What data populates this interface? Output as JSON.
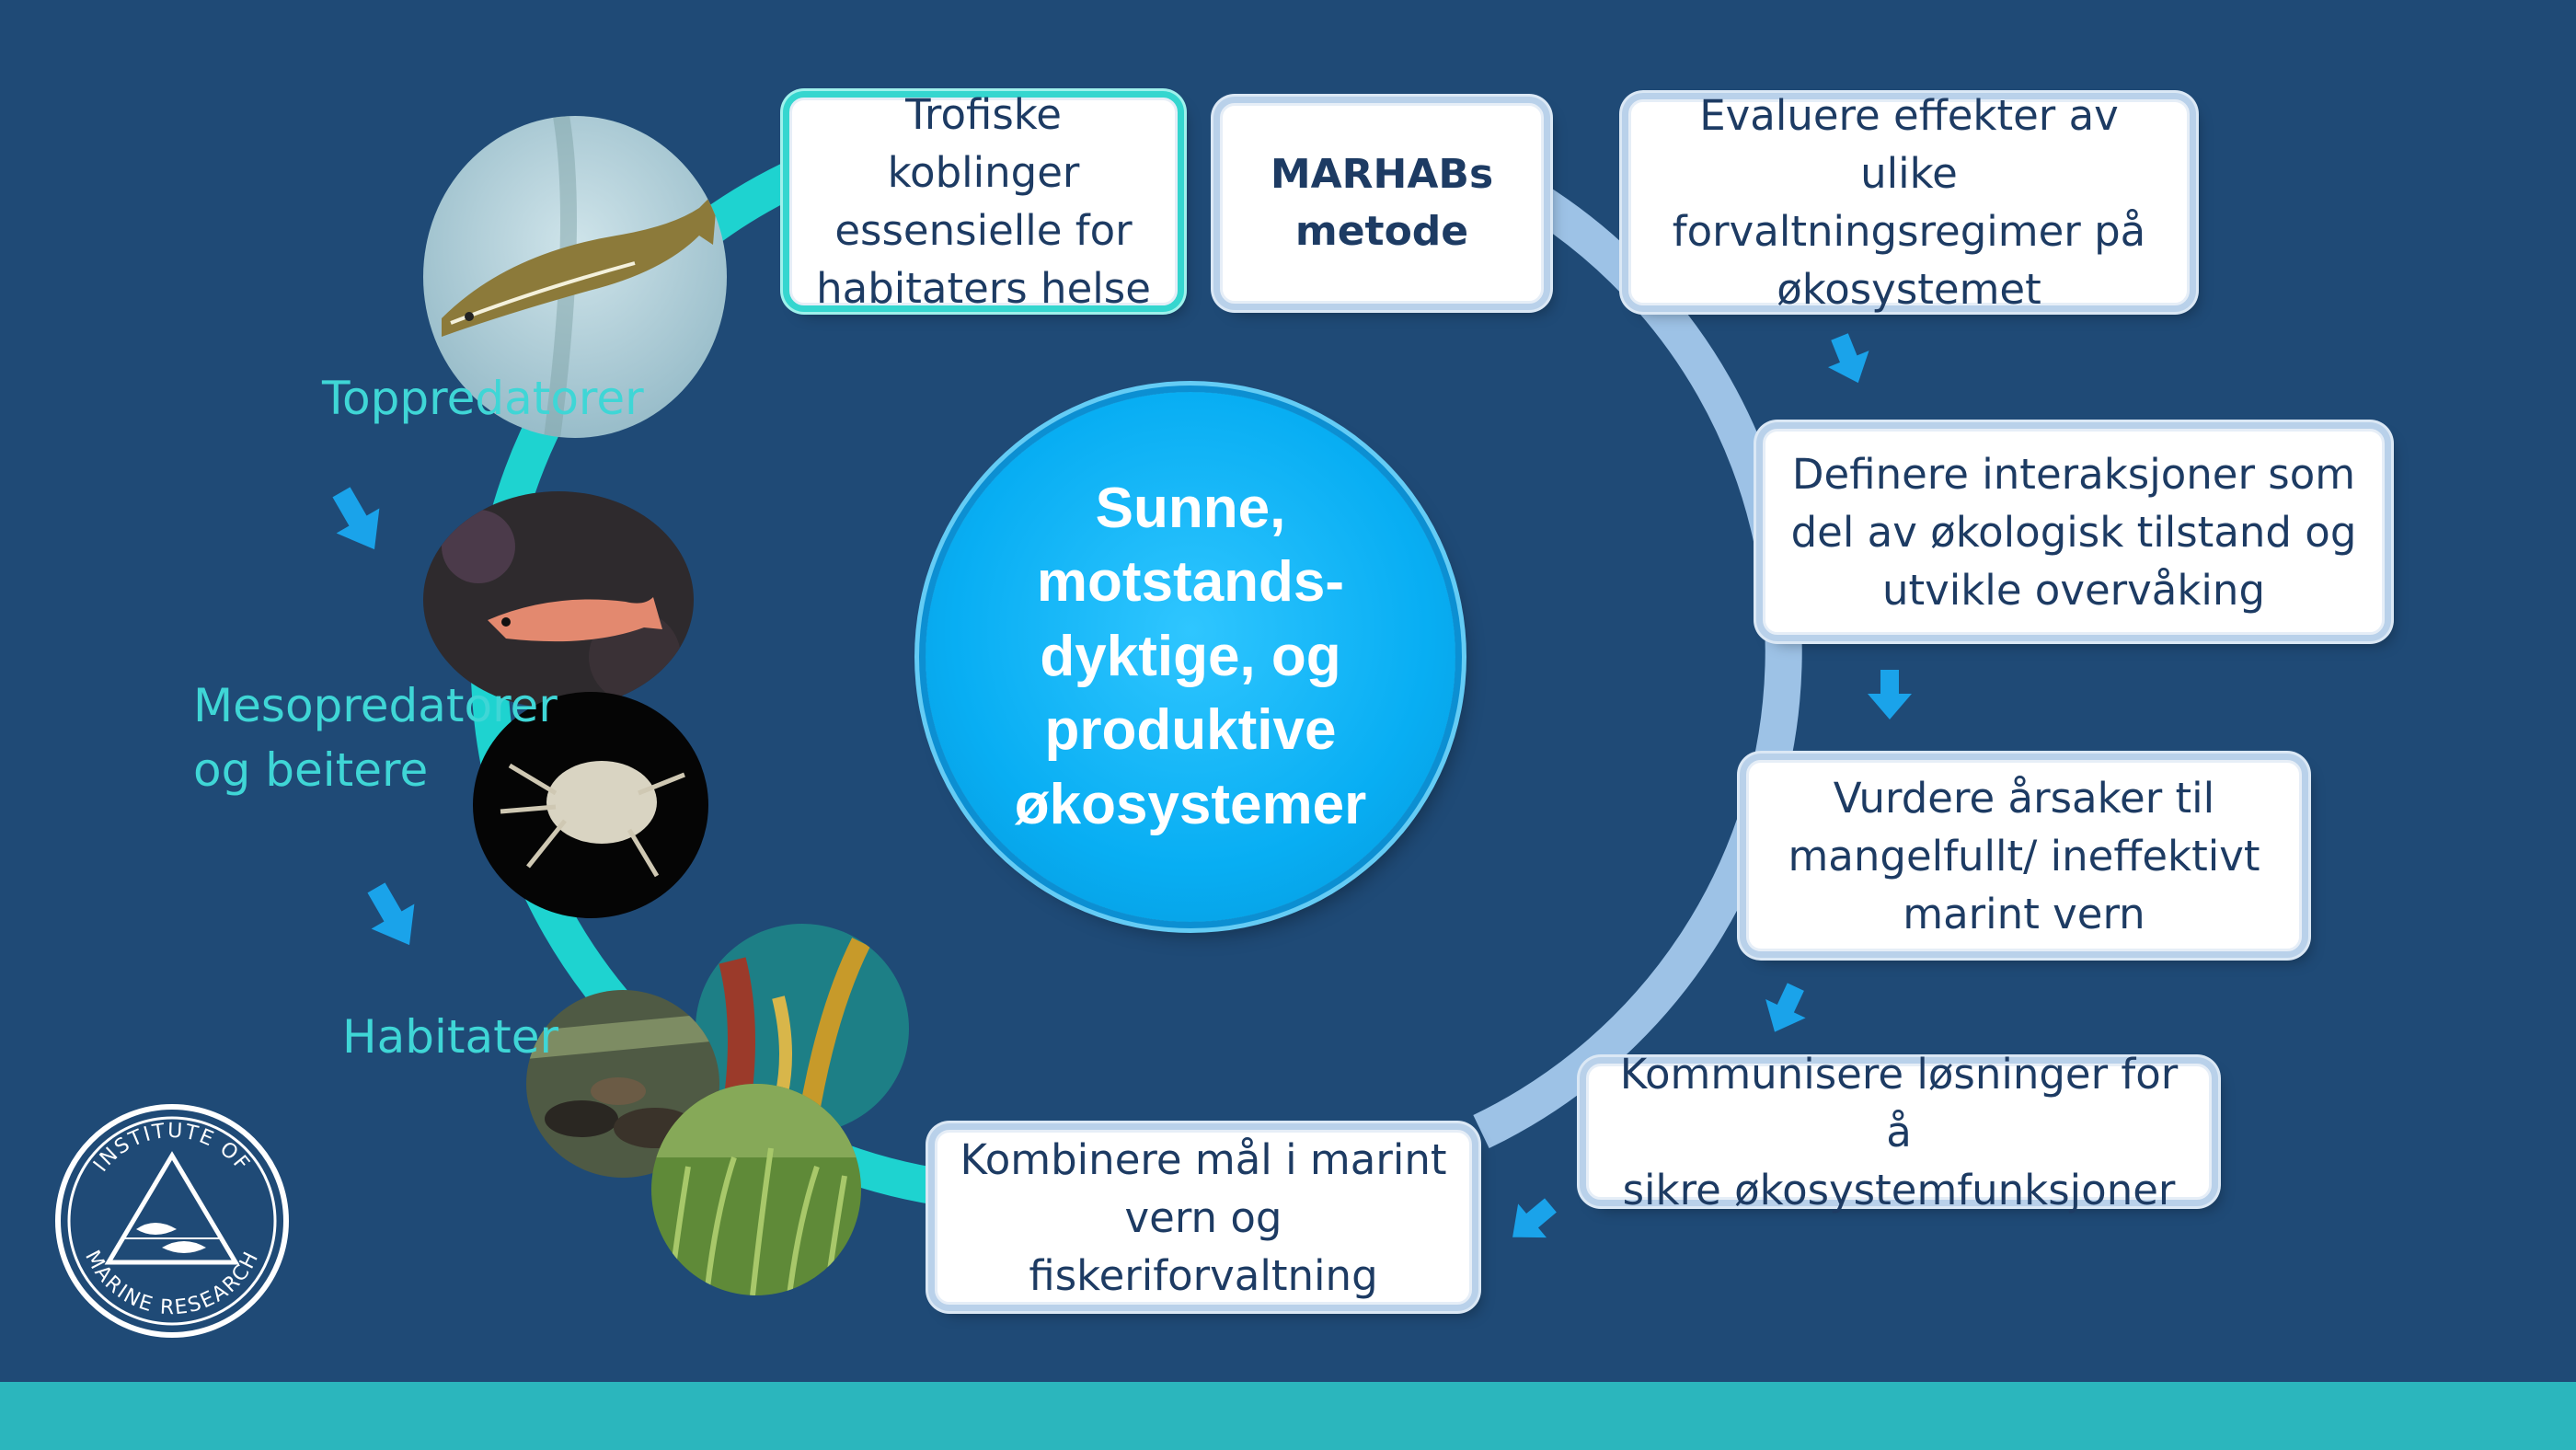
{
  "center": {
    "text": "Sunne,\nmotstands-\ndyktige, og\nproduktive\nøkosystemer"
  },
  "method_box": {
    "text": "MARHABs\nmetode"
  },
  "trophic_box": {
    "text": "Trofiske koblinger\nessensielle for\nhabitaters helse"
  },
  "steps": [
    {
      "text": "Evaluere effekter av ulike\nforvaltningsregimer på\nøkosystemet"
    },
    {
      "text": "Definere interaksjoner som\ndel av økologisk tilstand og\nutvikle overvåking"
    },
    {
      "text": "Vurdere årsaker til\nmangelfullt/ ineffektivt\nmarint vern"
    },
    {
      "text": "Kommunisere løsninger for å\nsikre økosystemfunksjoner"
    },
    {
      "text": "Kombinere mål i marint\nvern og fiskeriforvaltning"
    }
  ],
  "trophic_levels": {
    "top": "Toppredatorer",
    "meso": "Mesopredatorer\nog  beitere",
    "habitat": "Habitater"
  },
  "logo": {
    "text": "INSTITUTE OF MARINE RESEARCH"
  },
  "colors": {
    "background": "#1f4a76",
    "band": "#2bb6bd",
    "teal_ring": "#1ed3d0",
    "light_ring": "#9dc2e6",
    "center_fill": "#08aef3",
    "arrow": "#1aa3ea",
    "label_text": "#3fd6d6",
    "box_text": "#1d3b63"
  },
  "icons": [
    "down-arrow-icon",
    "cod-photo",
    "wrasse-photo",
    "amphipod-photo",
    "kelp-photo",
    "mussel-photo",
    "seagrass-photo",
    "imr-logo"
  ]
}
